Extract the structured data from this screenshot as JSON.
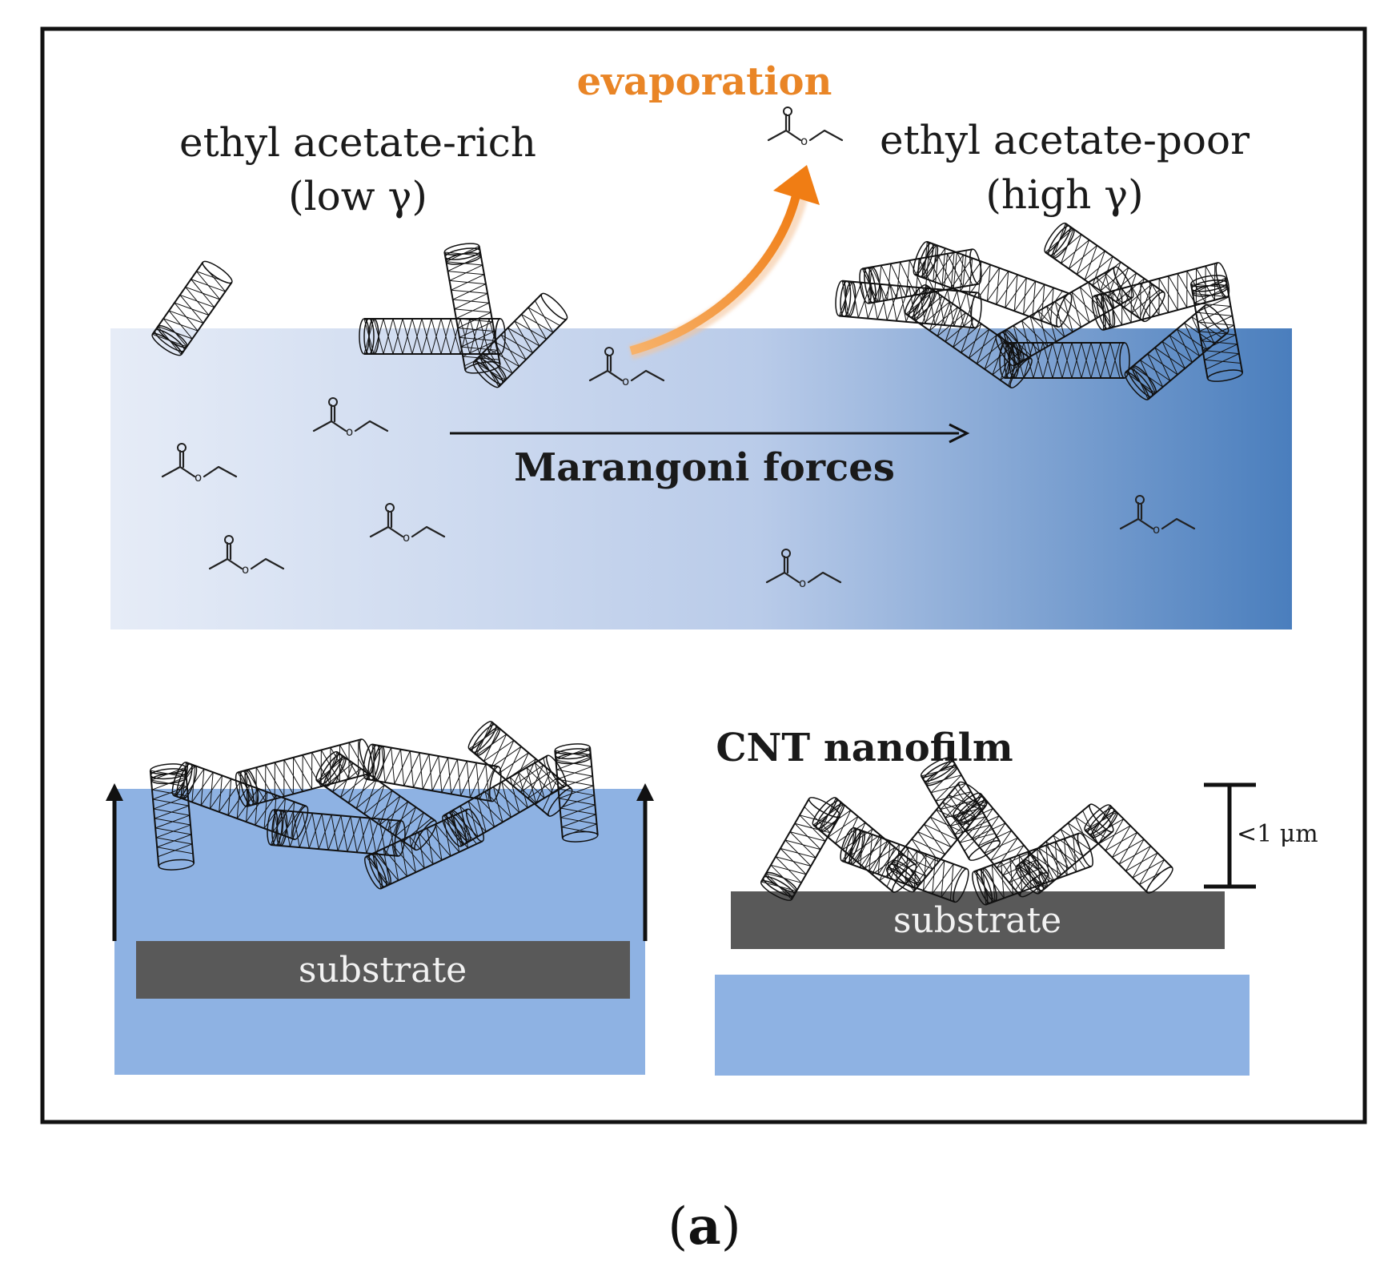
{
  "labels": {
    "evaporation": "evaporation",
    "rich_line1": "ethyl acetate-rich",
    "rich_line2": "(low γ)",
    "poor_line1": "ethyl acetate-poor",
    "poor_line2": "(high γ)",
    "marangoni": "Marangoni forces",
    "cnt_nanofilm": "CNT nanofilm",
    "thickness": "<1 μm",
    "substrate_left": "substrate",
    "substrate_right": "substrate",
    "caption_letter": "a",
    "caption_open": "(",
    "caption_close": ")"
  },
  "molecule_atom": "o",
  "colors": {
    "liquid_light": "#e6ecf7",
    "liquid_mid": "#b9cbe9",
    "liquid_dark": "#4a7ebd",
    "liquid_flat": "#8eb2e3",
    "substrate": "#595959",
    "evaporation_arrow": "#f08a24"
  }
}
